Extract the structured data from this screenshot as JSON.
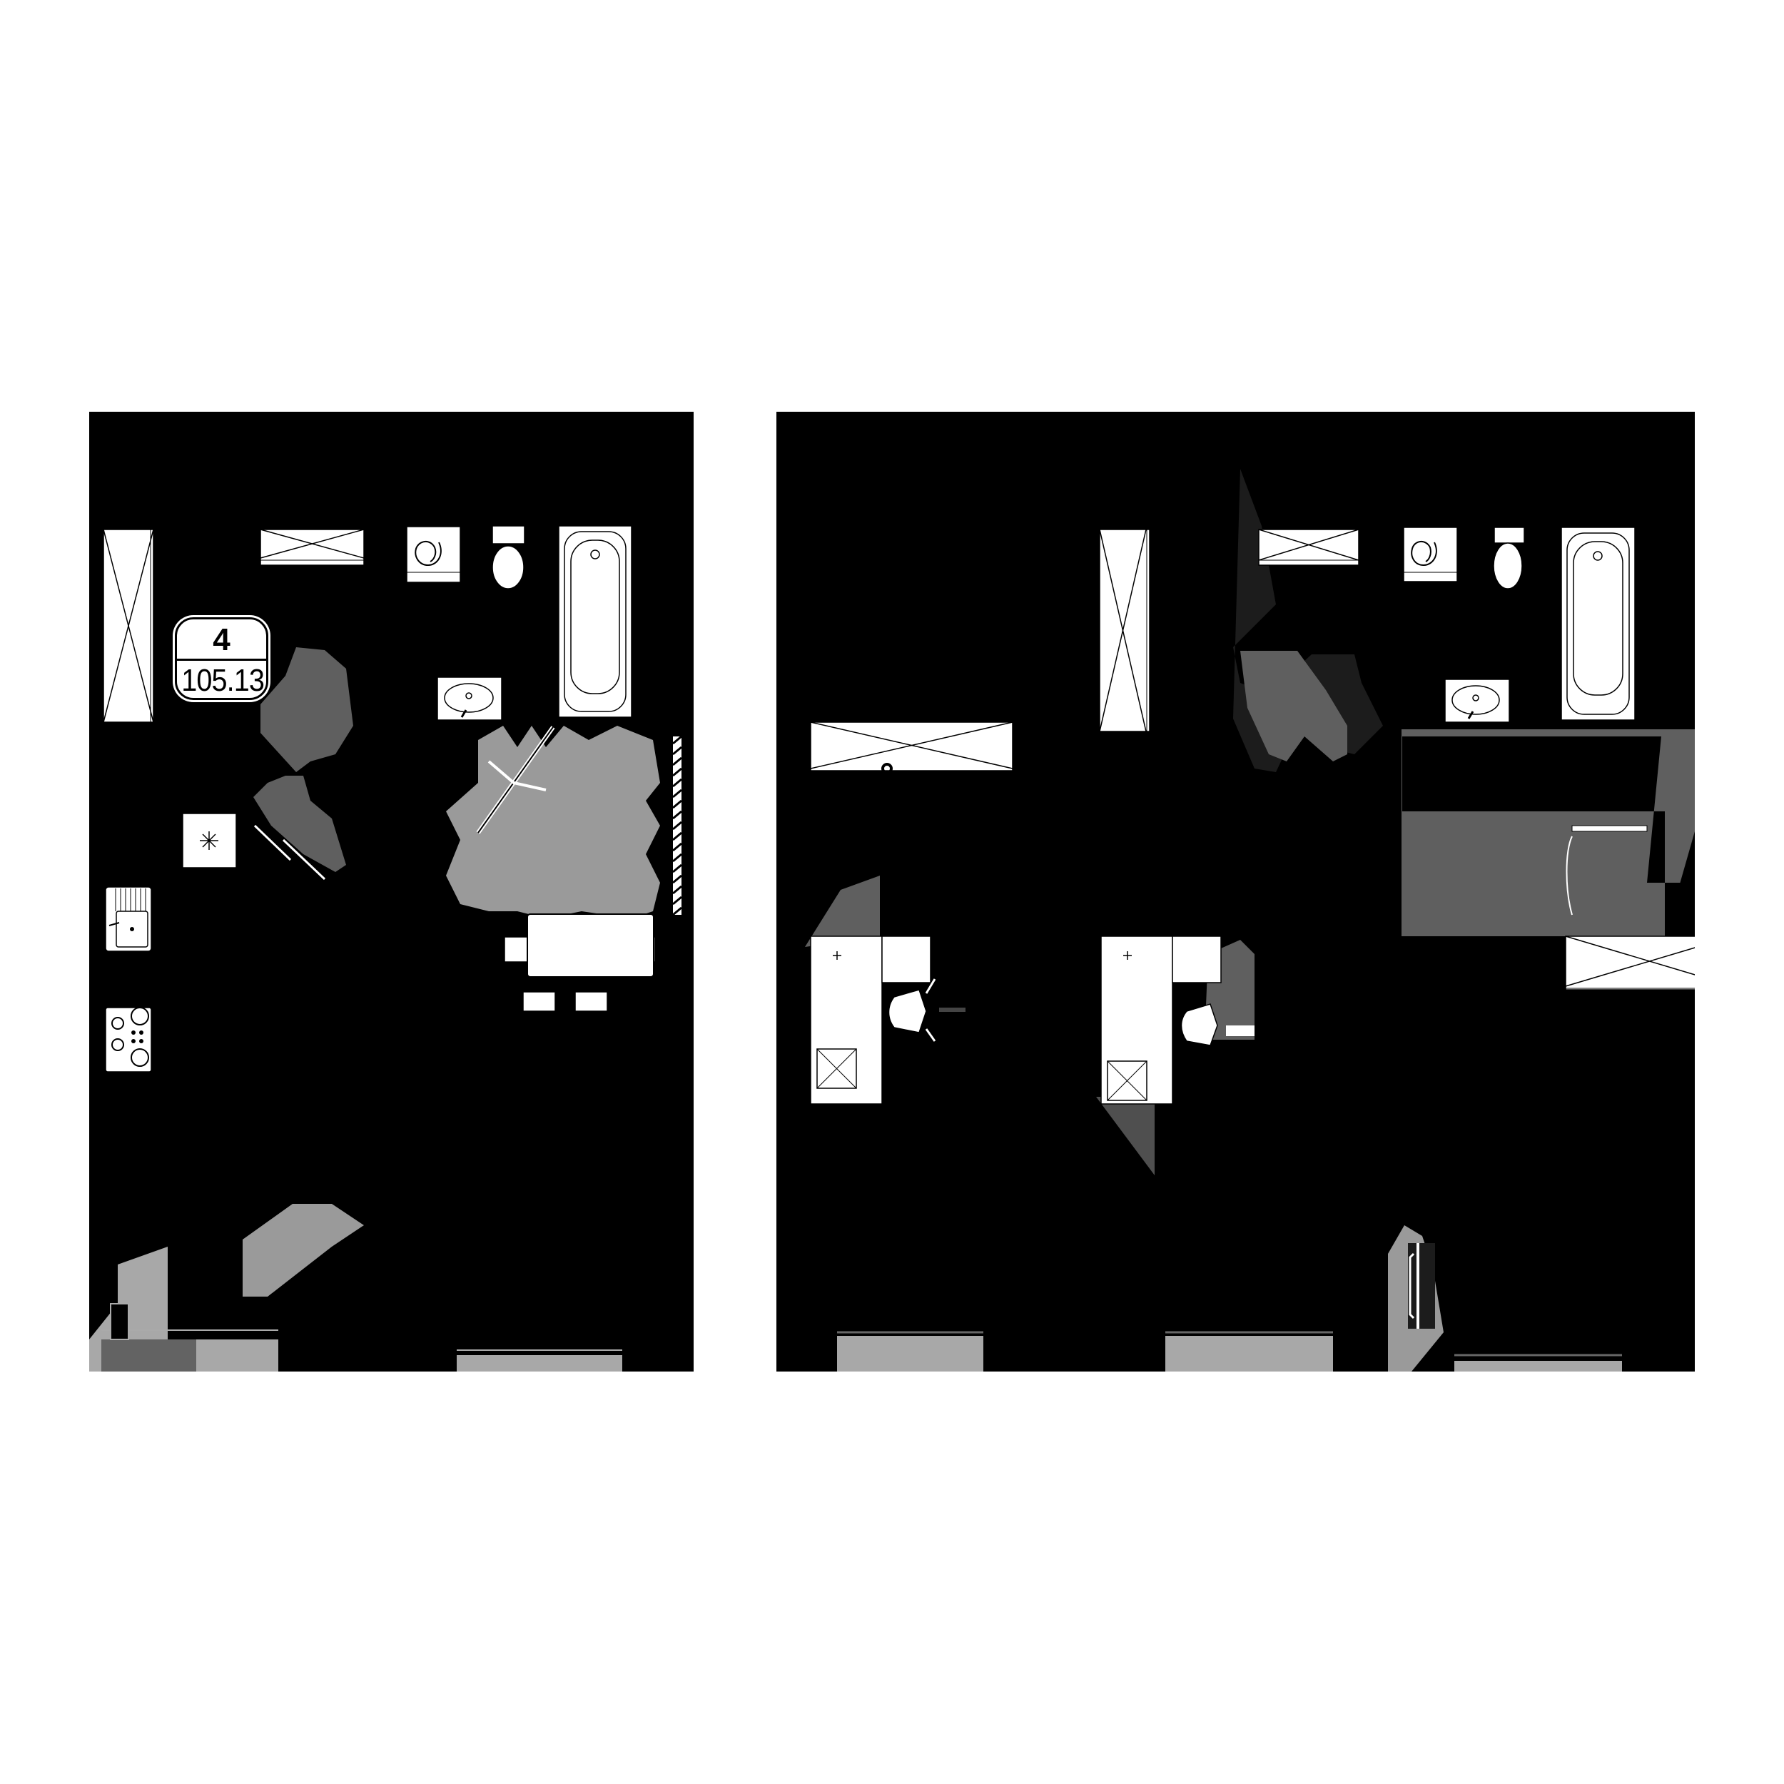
{
  "drawing": {
    "title": "Apartment floor plan (two levels)",
    "background": "#ffffff",
    "panel_fill": "#000000",
    "fixture_fill": "#ffffff",
    "shade_dark": "#5f5f5f",
    "shade_mid": "#9a9a9a",
    "shade_light": "#a8a8a8",
    "shade_darkest": "#1c1c1c"
  },
  "apartment": {
    "number": "4",
    "area": "105.13"
  },
  "levels": [
    {
      "id": "level-1",
      "fixtures": [
        "wardrobe",
        "cabinet",
        "washing-machine",
        "toilet",
        "bathtub",
        "washbasin",
        "ceiling-light",
        "radiator",
        "kitchen-sink",
        "cooktop",
        "dining-table",
        "dining-chairs",
        "balcony-doors",
        "door"
      ]
    },
    {
      "id": "level-2",
      "fixtures": [
        "cabinet-long",
        "wardrobe",
        "cabinet",
        "washing-machine",
        "toilet",
        "bathtub",
        "washbasin",
        "closet",
        "cabinet-right",
        "desk-left",
        "desk-right",
        "office-chair-left",
        "office-chair-right",
        "radiator",
        "balcony-doors"
      ]
    }
  ]
}
